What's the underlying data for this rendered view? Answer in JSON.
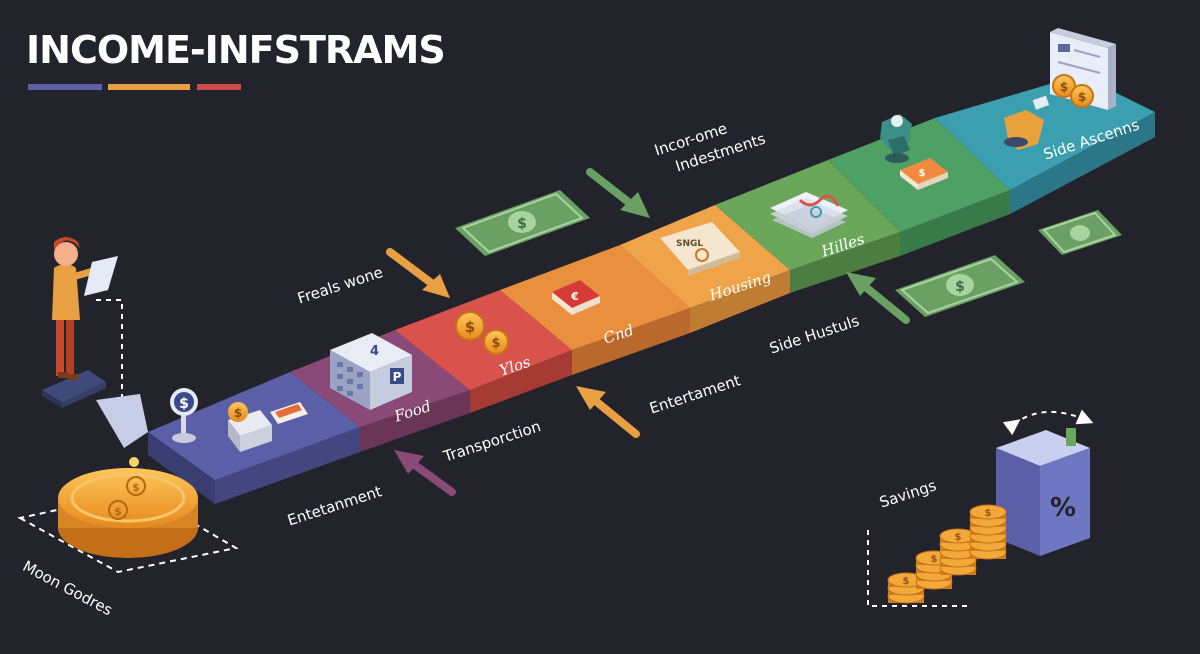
{
  "title": "INCOME-INFSTRAMS",
  "colors": {
    "background": "#22232b",
    "underline": [
      "#5d5fa8",
      "#e9a042",
      "#cd4a48"
    ],
    "segments": [
      "#5a5fa8",
      "#8a4a78",
      "#d9534c",
      "#e98f3e",
      "#f0a44a",
      "#6aa75a",
      "#4fa064",
      "#3c9fb0"
    ]
  },
  "segment_labels": {
    "food": "Food",
    "ylos": "Ylos",
    "cnd": "Cnd",
    "housing": "Housing",
    "hilles": "Hilles",
    "side_ascenns": "Side   Ascenns"
  },
  "annotations": {
    "freals_wone": "Freals wone",
    "incor_ome": "Incor-ome",
    "indestments": "Indestments",
    "transporction": "Transporction",
    "entertament": "Entertament",
    "side_hustuls": "Side Hustuls",
    "entetanment": "Entetanment",
    "moon_godres": "Moon Godres",
    "savings": "Savings"
  },
  "icon_text": {
    "building_number": "4",
    "building_p": "P",
    "book_symbol": "€",
    "sign_text": "SNGL",
    "box_symbol": "%",
    "coin_symbol": "$"
  }
}
